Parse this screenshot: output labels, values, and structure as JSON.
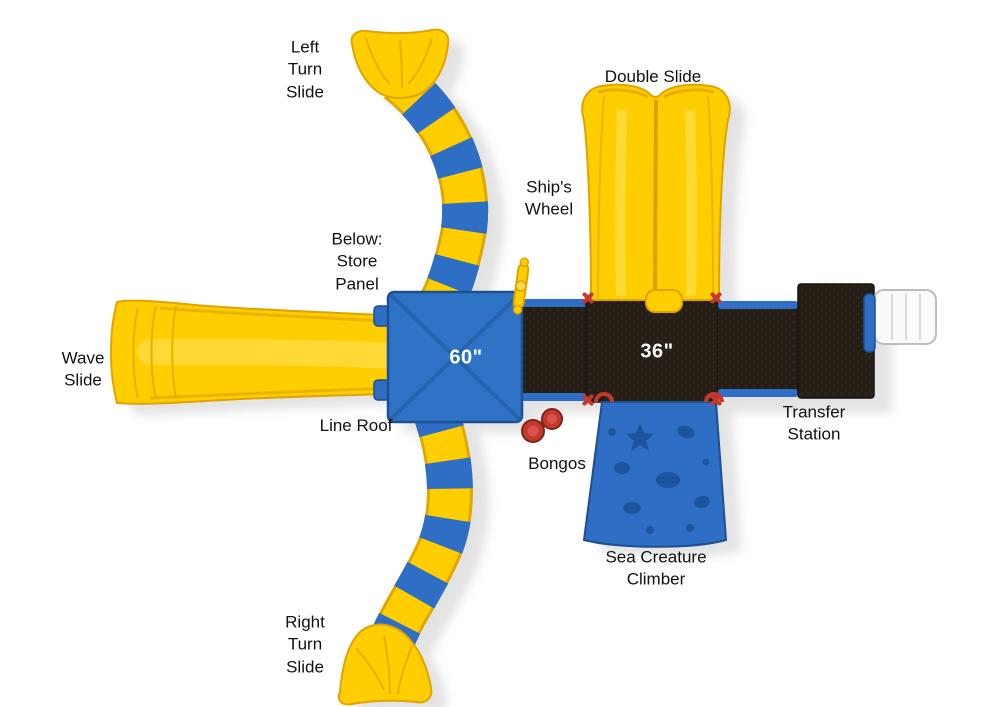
{
  "labels": {
    "left_turn_slide": "Left\nTurn\nSlide",
    "double_slide": "Double Slide",
    "ships_wheel": "Ship's\nWheel",
    "store_panel": "Below:\nStore\nPanel",
    "wave_slide": "Wave\nSlide",
    "line_roof": "Line Roof",
    "bongos": "Bongos",
    "transfer_station": "Transfer\nStation",
    "sea_creature_climber": "Sea Creature\nClimber",
    "right_turn_slide": "Right\nTurn\nSlide"
  },
  "measurements": {
    "upper_deck": "60\"",
    "lower_deck": "36\""
  },
  "colors": {
    "slide_yellow": "#FFCE00",
    "slide_edge": "#E0A400",
    "component_blue": "#2E6EC4",
    "component_blue_dark": "#1E4F8F",
    "deck_brown": "#261F18",
    "handle_red": "#C4392C",
    "shadow_gray": "#CBCBCB",
    "background": "#FFFFFF"
  }
}
